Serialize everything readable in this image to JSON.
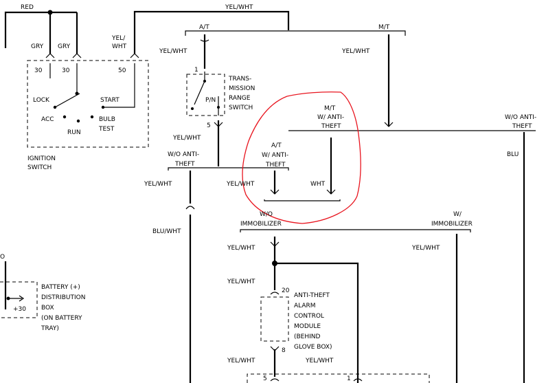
{
  "colors": {
    "wire": "#000000",
    "annotation": "#e8141e",
    "background": "#ffffff"
  },
  "labels": {
    "red": "RED",
    "gry1": "GRY",
    "gry2": "GRY",
    "yel_wht_top_1": "YEL/",
    "yel_wht_top_2": "WHT",
    "yel_wht_top_line": "YEL/WHT",
    "at_top": "A/T",
    "mt_top": "M/T",
    "yel_wht_left": "YEL/WHT",
    "yel_wht_right": "YEL/WHT",
    "pin30a": "30",
    "pin30b": "30",
    "pin50": "50",
    "lock": "LOCK",
    "start": "START",
    "acc": "ACC",
    "run": "RUN",
    "bulb": "BULB",
    "test": "TEST",
    "ign1": "IGNITION",
    "ign2": "SWITCH",
    "pin1_trs": "1",
    "pn": "P/N",
    "pin5_trs": "5",
    "trs1": "TRANS-",
    "trs2": "MISSION",
    "trs3": "RANGE",
    "trs4": "SWITCH",
    "yel_wht_trs": "YEL/WHT",
    "wo_anti1": "W/O ANTI-",
    "wo_anti2": "THEFT",
    "mt_w_anti1": "M/T",
    "mt_w_anti2": "W/ ANTI-",
    "mt_w_anti3": "THEFT",
    "at_w_anti1": "A/T",
    "at_w_anti2": "W/ ANTI-",
    "at_w_anti3": "THEFT",
    "wo_anti_r1": "W/O ANTI-",
    "wo_anti_r2": "THEFT",
    "blu": "BLU",
    "yel_wht_mid_l": "YEL/WHT",
    "yel_wht_mid_c": "YEL/WHT",
    "wht": "WHT",
    "blu_wht": "BLU/WHT",
    "wo_imm1": "W/O",
    "wo_imm2": "IMMOBILIZER",
    "w_imm1": "W/",
    "w_imm2": "IMMOBILIZER",
    "yel_wht_a": "YEL/WHT",
    "yel_wht_b": "YEL/WHT",
    "yel_wht_c": "YEL/WHT",
    "yel_wht_d": "YEL/WHT",
    "yel_wht_e": "YEL/WHT",
    "pin20": "20",
    "pin8": "8",
    "pin5_bottom": "5",
    "pin1_bottom": "1",
    "atam1": "ANTI-THEFT",
    "atam2": "ALARM",
    "atam3": "CONTROL",
    "atam4": "MODULE",
    "atam5": "(BEHIND",
    "atam6": "GLOVE BOX)",
    "bat1": "BATTERY (+)",
    "bat2": "DISTRIBUTION",
    "bat3": "BOX",
    "bat4": "(ON BATTERY",
    "bat5": "TRAY)",
    "plus30": "+30",
    "o_frag": "O"
  }
}
